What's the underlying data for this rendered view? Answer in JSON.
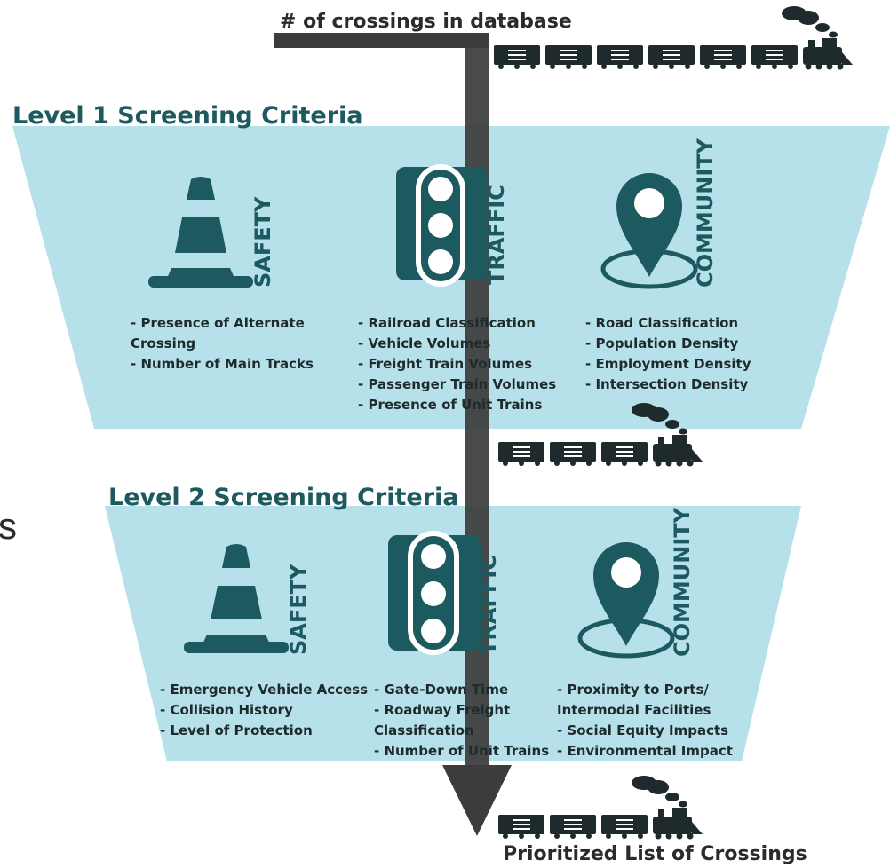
{
  "header": {
    "top_label": "# of crossings in database",
    "bottom_label": "Prioritized List of Crossings",
    "partial_glyph": "s"
  },
  "level1": {
    "title": "Level 1 Screening Criteria",
    "safety": {
      "label": "SAFETY",
      "icon": "traffic-cone-icon",
      "items": [
        "- Presence of Alternate",
        "Crossing",
        "- Number of Main Tracks"
      ]
    },
    "traffic": {
      "label": "TRAFFIC",
      "icon": "traffic-light-icon",
      "items": [
        "- Railroad Classification",
        "- Vehicle Volumes",
        "- Freight Train Volumes",
        "- Passenger Train Volumes",
        "- Presence of Unit Trains"
      ]
    },
    "community": {
      "label": "COMMUNITY",
      "icon": "map-pin-icon",
      "items": [
        "- Road Classification",
        "- Population Density",
        "- Employment Density",
        "- Intersection Density"
      ]
    }
  },
  "level2": {
    "title": "Level 2 Screening Criteria",
    "safety": {
      "label": "SAFETY",
      "icon": "traffic-cone-icon",
      "items": [
        "- Emergency Vehicle Access",
        "- Collision History",
        "- Level of Protection"
      ]
    },
    "traffic": {
      "label": "TRAFFIC",
      "icon": "traffic-light-icon",
      "items": [
        "- Gate-Down Time",
        "- Roadway Freight",
        "Classification",
        "- Number of Unit Trains"
      ]
    },
    "community": {
      "label": "COMMUNITY",
      "icon": "map-pin-icon",
      "items": [
        "- Proximity to Ports/",
        "Intermodal Facilities",
        "- Social Equity Impacts",
        "- Environmental Impact"
      ]
    }
  },
  "trains": [
    {
      "icon": "train-icon",
      "cars": 6
    },
    {
      "icon": "train-icon",
      "cars": 3
    },
    {
      "icon": "train-icon",
      "cars": 3
    }
  ],
  "colors": {
    "funnel": "#b6e0ea",
    "teal": "#1d5a60",
    "arrow": "#3c3c3c",
    "text_dark": "#1f2a2c"
  }
}
